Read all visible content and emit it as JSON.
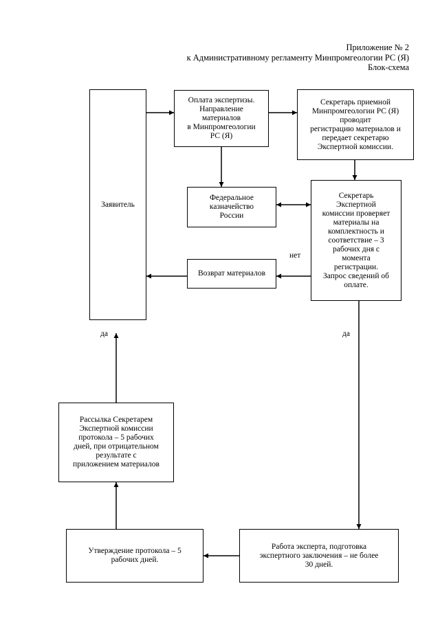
{
  "header": {
    "line1": "Приложение № 2",
    "line2": "к Административному регламенту Минпромгеологии РС (Я)",
    "line3": "Блок-схема"
  },
  "boxes": {
    "applicant": "Заявитель",
    "payment": "Оплата экспертизы.\nНаправление\nматериалов\nв Минпромгеологии\nРС (Я)",
    "secretary_reception": "Секретарь приемной\nМинпромгеологии РС (Я)\nпроводит\nрегистрацию материалов и\nпередает секретарю\nЭкспертной комиссии.",
    "treasury": "Федеральное\nказначейство\nРоссии",
    "secretary_commission": "Секретарь\nЭкспертной\nкомиссии проверяет\nматериалы на\nкомплектность и\nсоответствие – 3\nрабочих дня с\nмомента\nрегистрации.\nЗапрос сведений об\nоплате.",
    "return_materials": "Возврат материалов",
    "mailing": "Рассылка Секретарем\nЭкспертной комиссии\nпротокола – 5 рабочих\nдней, при отрицательном\nрезультате с\nприложением материалов",
    "approval": "Утверждение протокола – 5\nрабочих дней.",
    "expert_work": "Работа эксперта, подготовка\nэкспертного заключения – не более\n30 дней."
  },
  "labels": {
    "no": "нет",
    "yes_right": "да",
    "yes_left": "да"
  }
}
